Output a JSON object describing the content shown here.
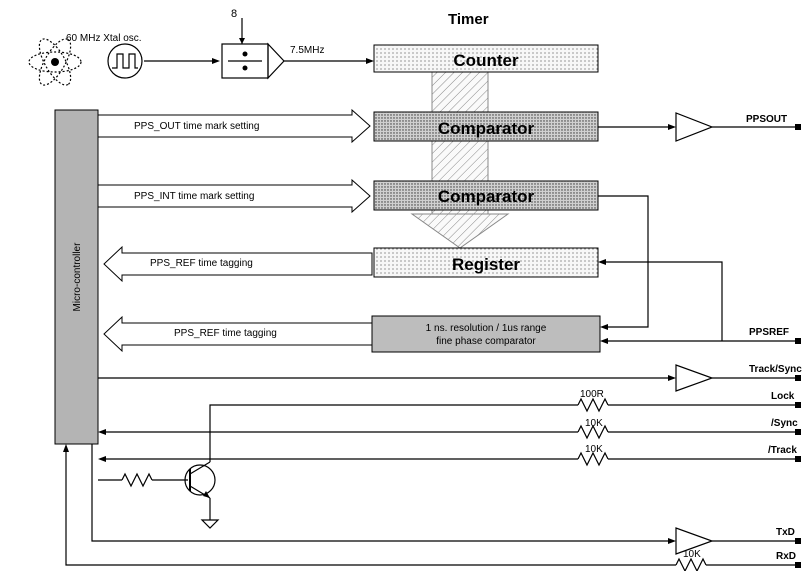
{
  "title": "Timer",
  "oscillator": {
    "label": "60 MHz Xtal osc."
  },
  "divider": {
    "input": "8",
    "output": "7.5MHz"
  },
  "blocks": {
    "counter": "Counter",
    "comparator1": "Comparator",
    "comparator2": "Comparator",
    "register": "Register",
    "fine_phase_line1": "1 ns. resolution / 1us range",
    "fine_phase_line2": "fine phase comparator",
    "microcontroller": "Micro-controller"
  },
  "arrows": {
    "pps_out": "PPS_OUT time mark setting",
    "pps_int": "PPS_INT time mark setting",
    "pps_ref1": "PPS_REF time tagging",
    "pps_ref2": "PPS_REF time tagging"
  },
  "signals": {
    "ppsout": "PPSOUT",
    "ppsref": "PPSREF",
    "track_sync": "Track/Sync",
    "lock": "Lock",
    "sync": "/Sync",
    "track": "/Track",
    "txd": "TxD",
    "rxd": "RxD"
  },
  "resistors": {
    "r_lock": "100R",
    "r_sync": "10K",
    "r_track": "10K",
    "r_rxd": "10K"
  },
  "colors": {
    "microcontroller_fill": "#b4b4b4",
    "fine_phase_fill": "#bdbdbd",
    "dotted_block_fill": "#f4f4f4",
    "comparator_fill": "#d6d6d6"
  }
}
